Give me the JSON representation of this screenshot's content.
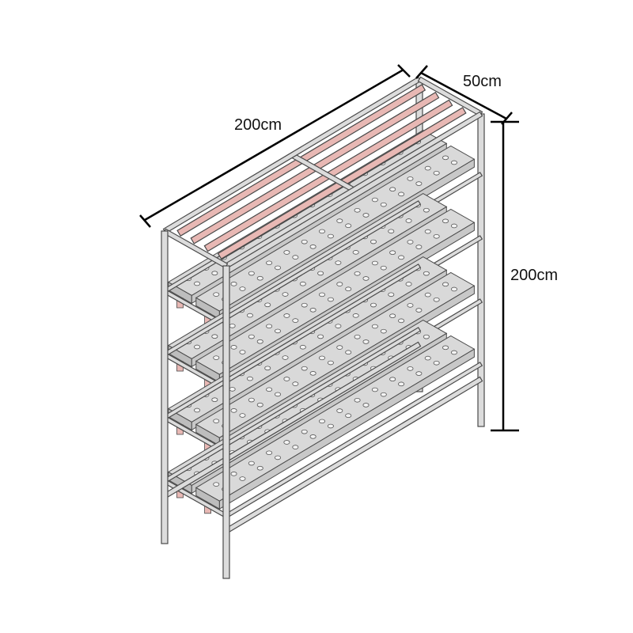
{
  "dimensions": {
    "length_label": "200cm",
    "depth_label": "50cm",
    "height_label": "200cm"
  },
  "structure": {
    "tray_levels": 4,
    "trays_per_level": 2,
    "holes_per_tray": 14,
    "top_slats": 4
  },
  "colors": {
    "frame_fill": "#dcdcdc",
    "frame_stroke": "#4a4a4a",
    "slat_fill": "#e8b8b4",
    "tray_fill": "#d9d9d9",
    "dimension_line": "#000000"
  }
}
